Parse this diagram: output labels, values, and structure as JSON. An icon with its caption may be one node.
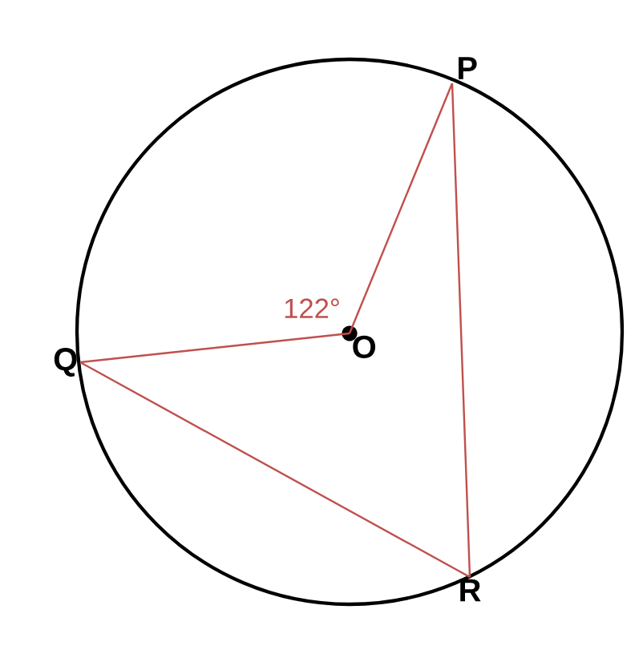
{
  "diagram": {
    "nodes": [
      {
        "text": [
          "P"
        ]
      },
      {
        "text": [
          "O"
        ]
      },
      {
        "text": [
          "Q"
        ]
      },
      {
        "text": [
          "R"
        ]
      }
    ],
    "edges": [
      {
        "from": 1,
        "to": 0,
        "arrow": "none"
      },
      {
        "from": 1,
        "to": 2,
        "arrow": "none"
      },
      {
        "from": 2,
        "to": 3,
        "arrow": "none"
      },
      {
        "from": 0,
        "to": 3,
        "arrow": "none"
      }
    ],
    "labels": [
      "122°"
    ]
  }
}
